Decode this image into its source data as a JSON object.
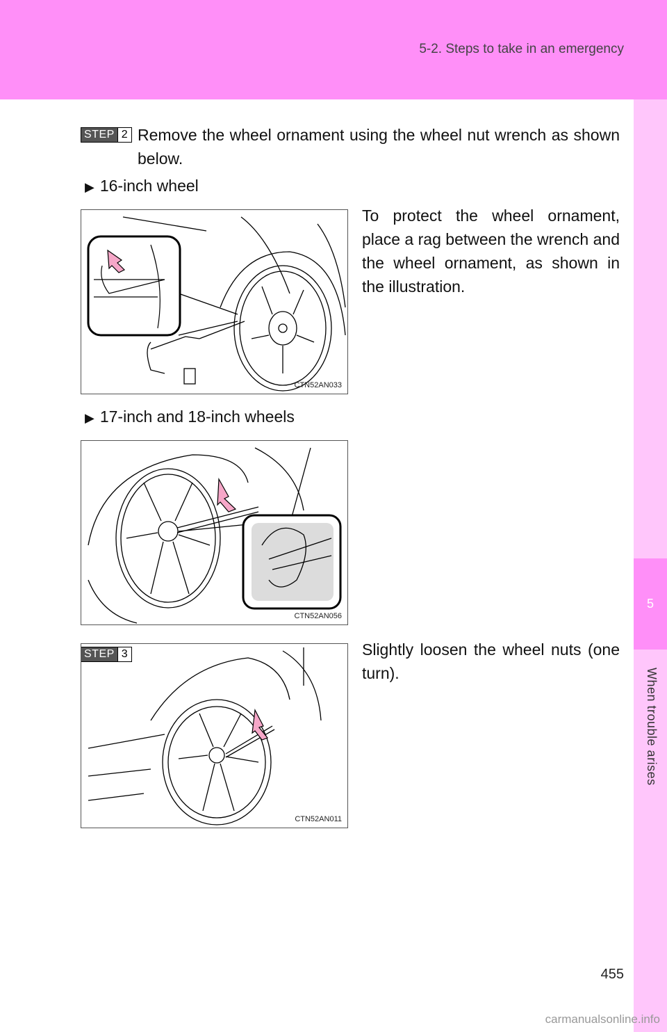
{
  "header": {
    "section": "5-2. Steps to take in an emergency"
  },
  "sidebar": {
    "chapter_number": "5",
    "chapter_title": "When trouble arises"
  },
  "step2": {
    "badge_label": "STEP",
    "badge_number": "2",
    "text": "Remove the wheel ornament using the wheel nut wrench as shown below."
  },
  "bullet16": {
    "text": "16-inch wheel"
  },
  "figure1": {
    "code": "CTN52AN033",
    "caption": "To protect the wheel ornament, place a rag between the wrench and the wheel ornament, as shown in the illustration."
  },
  "bullet17": {
    "text": "17-inch and 18-inch wheels"
  },
  "figure2": {
    "code": "CTN52AN056"
  },
  "step3": {
    "badge_label": "STEP",
    "badge_number": "3",
    "text": "Slightly loosen the wheel nuts (one turn)."
  },
  "figure3": {
    "code": "CTN52AN011"
  },
  "page_number": "455",
  "watermark": "carmanualsonline.info",
  "colors": {
    "header": "#ff8ff8",
    "side_tab": "#ffc6fb",
    "arrow": "#f6a7c8"
  }
}
